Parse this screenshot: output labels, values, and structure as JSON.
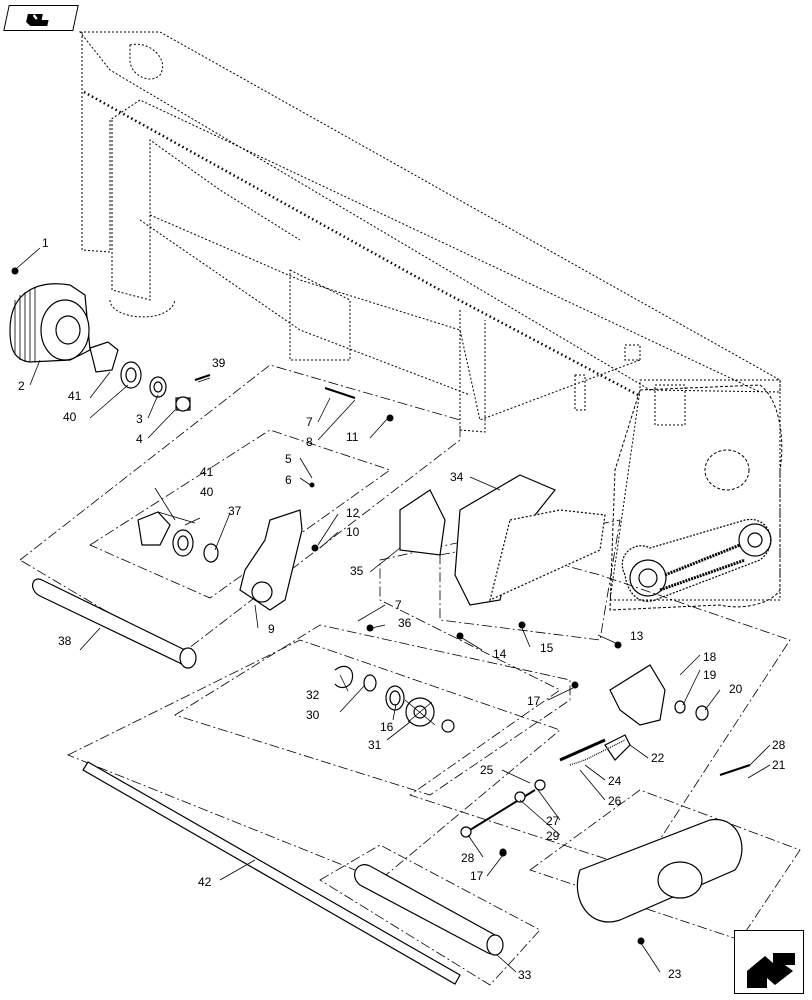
{
  "diagram": {
    "callouts": [
      {
        "id": "c1",
        "label": "1"
      },
      {
        "id": "c2",
        "label": "2"
      },
      {
        "id": "c3",
        "label": "3"
      },
      {
        "id": "c4",
        "label": "4"
      },
      {
        "id": "c5",
        "label": "5"
      },
      {
        "id": "c6",
        "label": "6"
      },
      {
        "id": "c7a",
        "label": "7"
      },
      {
        "id": "c7b",
        "label": "7"
      },
      {
        "id": "c8",
        "label": "8"
      },
      {
        "id": "c9",
        "label": "9"
      },
      {
        "id": "c10",
        "label": "10"
      },
      {
        "id": "c11",
        "label": "11"
      },
      {
        "id": "c12",
        "label": "12"
      },
      {
        "id": "c13",
        "label": "13"
      },
      {
        "id": "c14",
        "label": "14"
      },
      {
        "id": "c15",
        "label": "15"
      },
      {
        "id": "c16",
        "label": "16"
      },
      {
        "id": "c17a",
        "label": "17"
      },
      {
        "id": "c17b",
        "label": "17"
      },
      {
        "id": "c18",
        "label": "18"
      },
      {
        "id": "c19",
        "label": "19"
      },
      {
        "id": "c20",
        "label": "20"
      },
      {
        "id": "c21",
        "label": "21"
      },
      {
        "id": "c22",
        "label": "22"
      },
      {
        "id": "c23",
        "label": "23"
      },
      {
        "id": "c24",
        "label": "24"
      },
      {
        "id": "c25",
        "label": "25"
      },
      {
        "id": "c26",
        "label": "26"
      },
      {
        "id": "c27",
        "label": "27"
      },
      {
        "id": "c28a",
        "label": "28"
      },
      {
        "id": "c28b",
        "label": "28"
      },
      {
        "id": "c29",
        "label": "29"
      },
      {
        "id": "c30",
        "label": "30"
      },
      {
        "id": "c31",
        "label": "31"
      },
      {
        "id": "c32",
        "label": "32"
      },
      {
        "id": "c33",
        "label": "33"
      },
      {
        "id": "c34",
        "label": "34"
      },
      {
        "id": "c35",
        "label": "35"
      },
      {
        "id": "c36",
        "label": "36"
      },
      {
        "id": "c37",
        "label": "37"
      },
      {
        "id": "c38",
        "label": "38"
      },
      {
        "id": "c39",
        "label": "39"
      },
      {
        "id": "c40a",
        "label": "40"
      },
      {
        "id": "c40b",
        "label": "40"
      },
      {
        "id": "c41a",
        "label": "41"
      },
      {
        "id": "c41b",
        "label": "41"
      },
      {
        "id": "c42",
        "label": "42"
      }
    ]
  },
  "nav": {
    "top_icon": "book-icon",
    "bottom_icon": "arrow-icon"
  },
  "colors": {
    "line": "#000000",
    "background": "#ffffff"
  }
}
